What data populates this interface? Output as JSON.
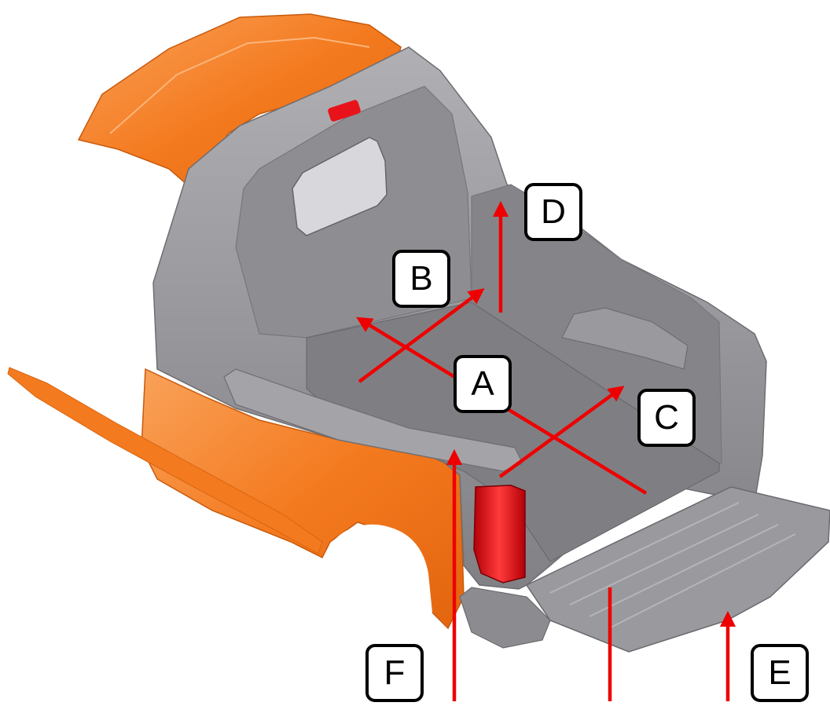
{
  "labels": {
    "a": "A",
    "b": "B",
    "c": "C",
    "d": "D",
    "e": "E",
    "f": "F"
  },
  "colors": {
    "body_orange": "#f47a1f",
    "body_orange_light": "#f9a25a",
    "bed_gray": "#8e8e92",
    "bed_gray_dark": "#77777b",
    "bed_gray_light": "#a7a7ab",
    "arrow_red": "#ee0000",
    "tail_light_red": "#e8131a"
  }
}
